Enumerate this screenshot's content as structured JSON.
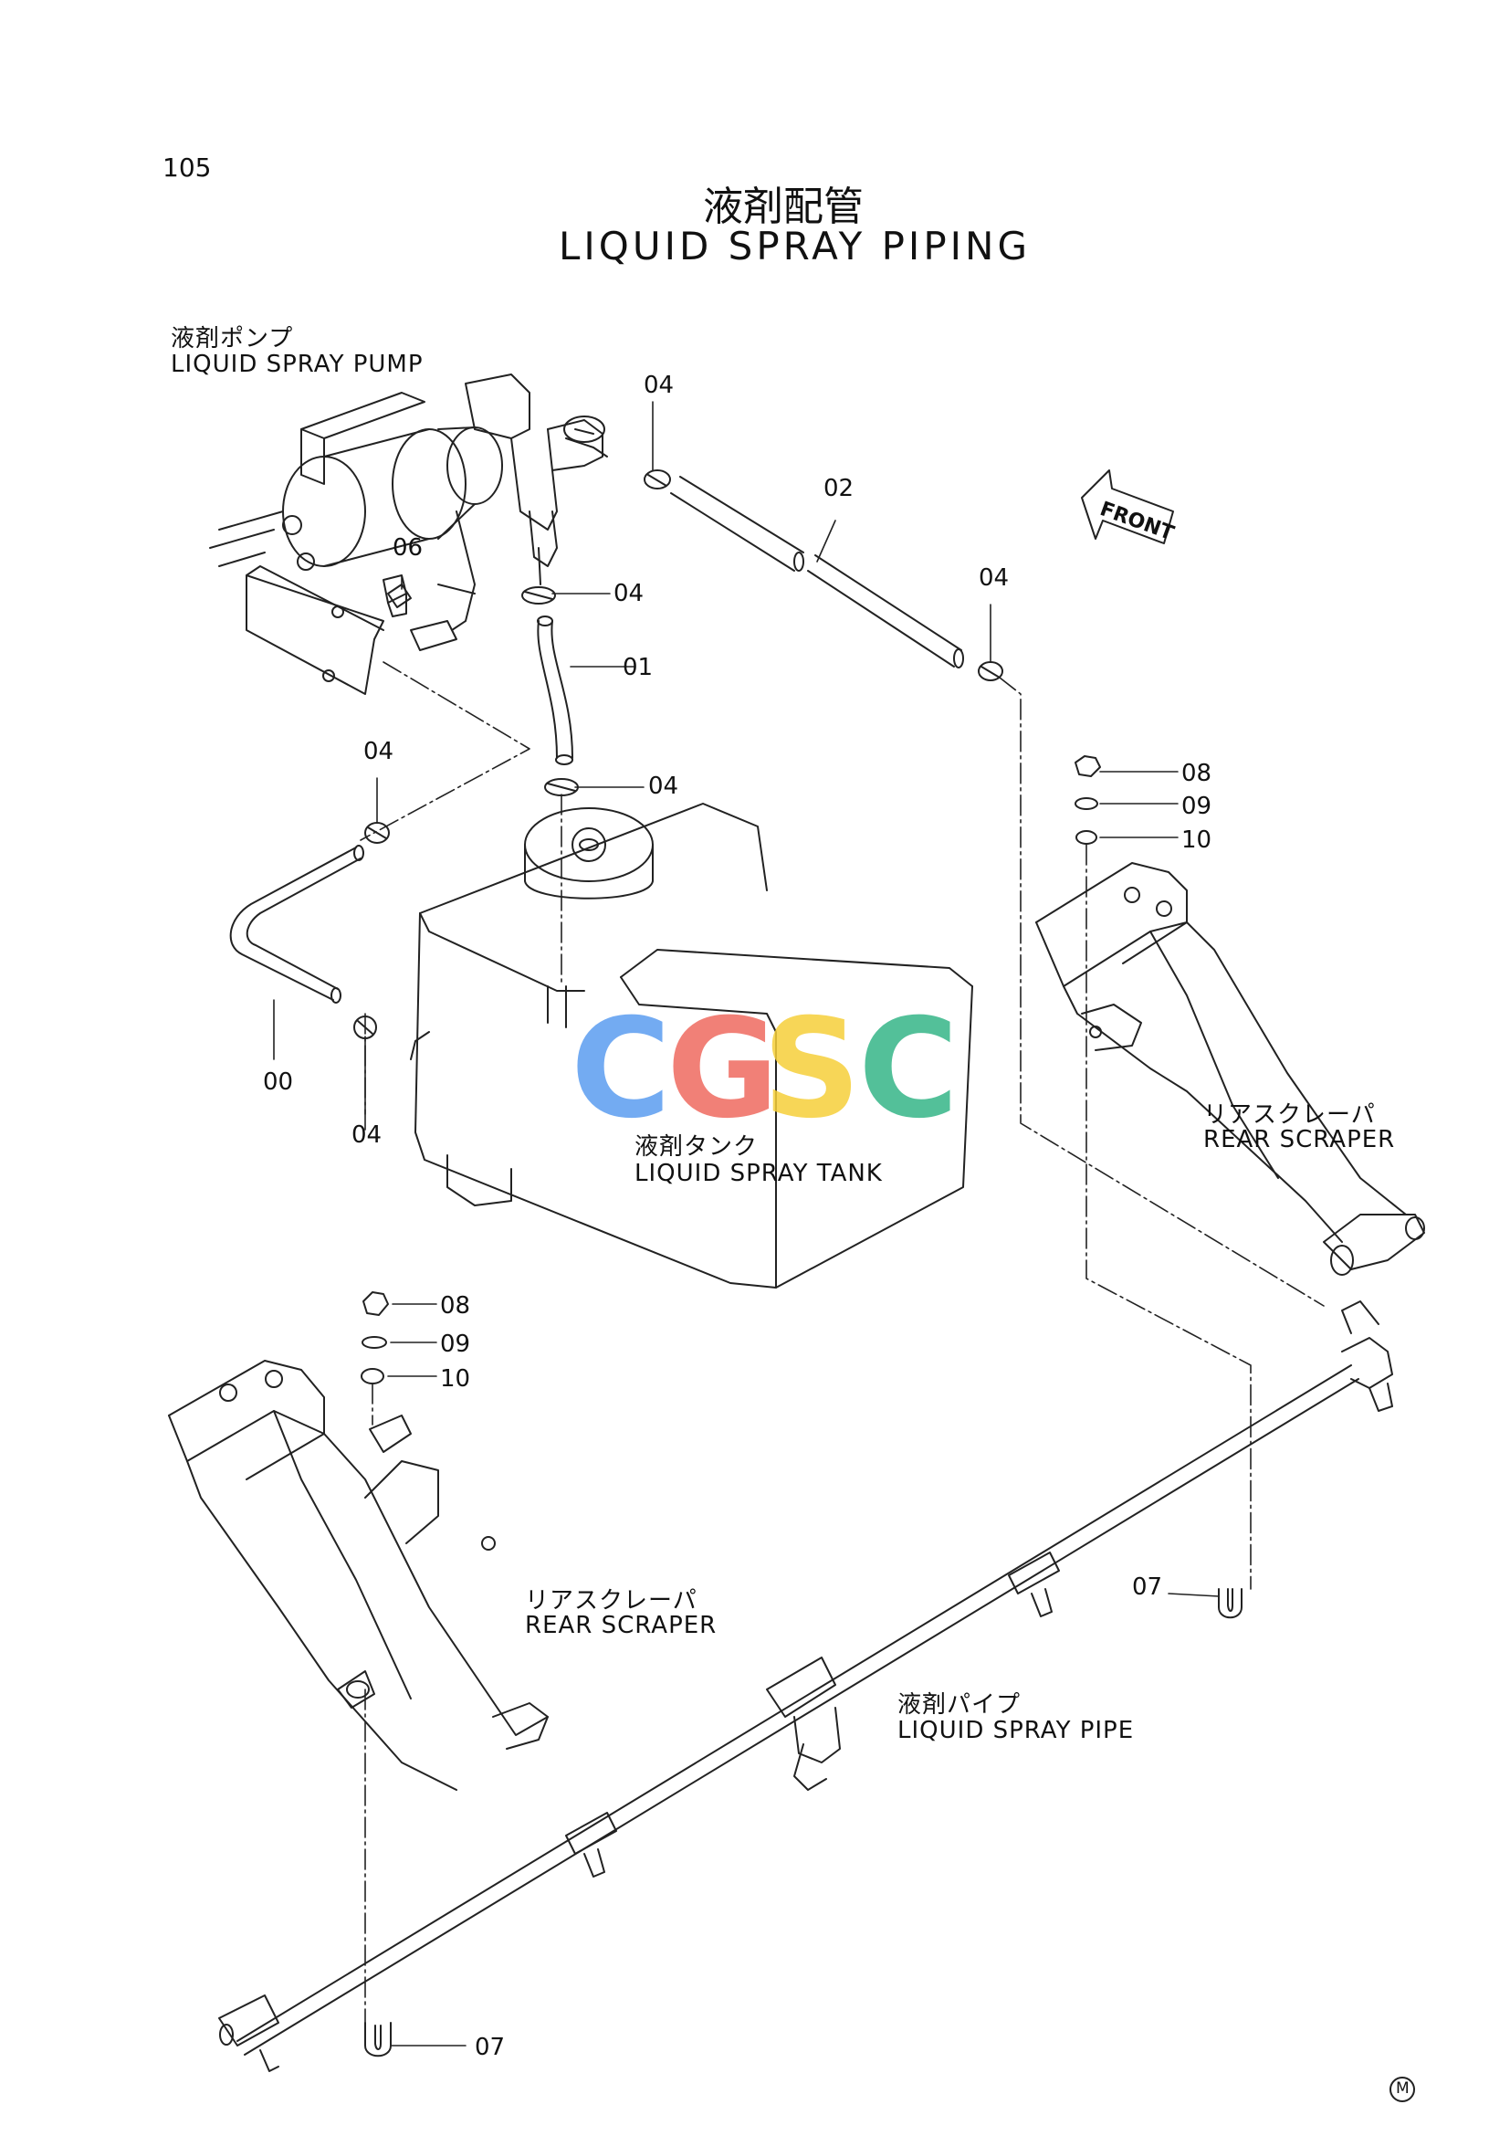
{
  "page_number": "105",
  "title_jp": "液剤配管",
  "title_en": "LIQUID SPRAY PIPING",
  "front_label": "FRONT",
  "watermark": {
    "letters": [
      "C",
      "G",
      "S",
      "C"
    ],
    "colors": [
      "#5b9cf0",
      "#ef6a5f",
      "#f6cf3a",
      "#35b587"
    ]
  },
  "corner_mark": "M",
  "components": {
    "pump": {
      "jp": "液剤ポンプ",
      "en": "LIQUID SPRAY PUMP"
    },
    "tank": {
      "jp": "液剤タンク",
      "en": "LIQUID SPRAY TANK"
    },
    "scraper_right": {
      "jp": "リアスクレーパ",
      "en": "REAR SCRAPER"
    },
    "scraper_left": {
      "jp": "リアスクレーパ",
      "en": "REAR SCRAPER"
    },
    "pipe": {
      "jp": "液剤パイプ",
      "en": "LIQUID SPRAY PIPE"
    }
  },
  "callouts": {
    "c04_top": "04",
    "c02": "02",
    "c04_right": "04",
    "c06": "06",
    "c04_mid": "04",
    "c01": "01",
    "c04_left_top": "04",
    "c04_tank": "04",
    "c08_right": "08",
    "c09_right": "09",
    "c10_right": "10",
    "c00": "00",
    "c04_left_bottom": "04",
    "c08_left": "08",
    "c09_left": "09",
    "c10_left": "10",
    "c07_right": "07",
    "c07_bottom": "07"
  }
}
